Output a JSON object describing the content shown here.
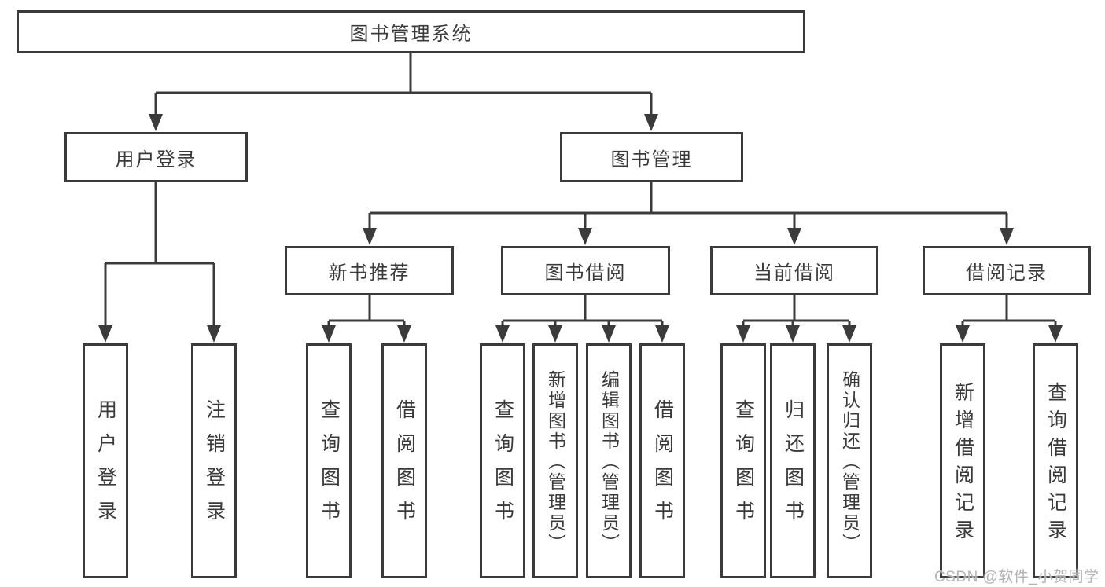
{
  "diagram": {
    "root": {
      "label": "图书管理系统"
    },
    "branches": {
      "user_login": {
        "label": "用户登录",
        "children": {
          "login": {
            "label": "用户登录"
          },
          "logout": {
            "label": "注销登录"
          }
        }
      },
      "book_mgmt": {
        "label": "图书管理",
        "sections": {
          "new_book_rec": {
            "label": "新书推荐",
            "children": {
              "query": {
                "label": "查询图书"
              },
              "borrow": {
                "label": "借阅图书"
              }
            }
          },
          "book_borrowing": {
            "label": "图书借阅",
            "children": {
              "query": {
                "label": "查询图书"
              },
              "add": {
                "label": "新增图书（管理员）"
              },
              "edit": {
                "label": "编辑图书（管理员）"
              },
              "borrow": {
                "label": "借阅图书"
              }
            }
          },
          "current_borrowing": {
            "label": "当前借阅",
            "children": {
              "query": {
                "label": "查询图书"
              },
              "return": {
                "label": "归还图书"
              },
              "confirm": {
                "label": "确认归还（管理员）"
              }
            }
          },
          "borrow_records": {
            "label": "借阅记录",
            "children": {
              "add": {
                "label": "新增借阅记录"
              },
              "query": {
                "label": "查询借阅记录"
              }
            }
          }
        }
      }
    }
  },
  "watermark": "CSDN @软件_小贺同学",
  "colors": {
    "line": "#3b3b3b",
    "text": "#3a3a3a",
    "watermark": "#b3b3b3",
    "background": "#ffffff"
  }
}
